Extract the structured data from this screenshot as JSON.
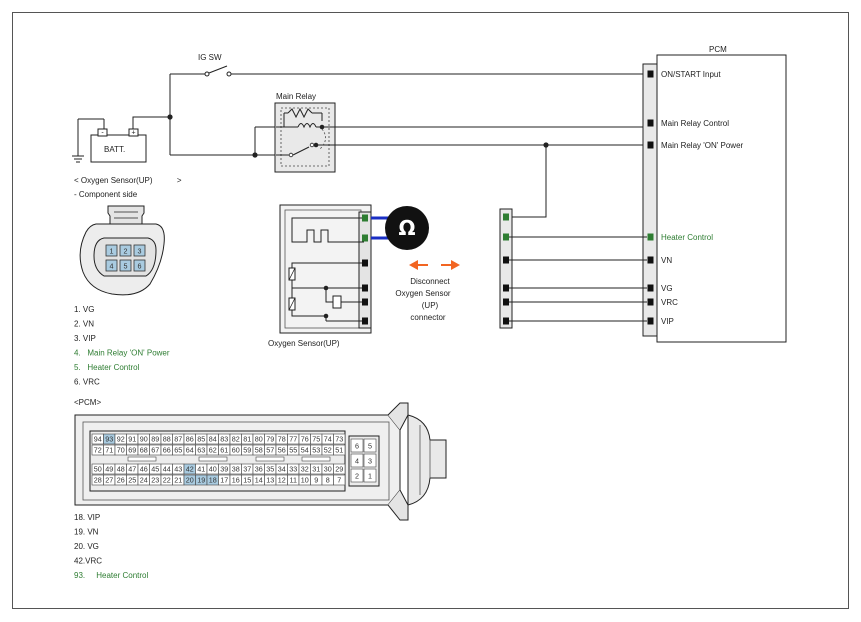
{
  "labels": {
    "ig_sw": "IG SW",
    "main_relay": "Main Relay",
    "batt": "BATT.",
    "pcm": "PCM",
    "oxygen_sensor_title": "< Oxygen Sensor(UP)           >",
    "component_side": "- Component side",
    "oxygen_sensor_label": "Oxygen Sensor(UP)",
    "disconnect": [
      "Disconnect",
      "Oxygen Sensor",
      "(UP)",
      "connector"
    ],
    "pcm_connector": "<PCM>",
    "ohm_symbol": "Ω"
  },
  "pcm_pins": [
    {
      "text": "ON/START Input",
      "color": "#222222"
    },
    {
      "text": "Main Relay Control",
      "color": "#222222"
    },
    {
      "text": "Main Relay 'ON' Power",
      "color": "#222222"
    },
    {
      "text": "Heater Control",
      "color": "#2e7d32"
    },
    {
      "text": "VN",
      "color": "#222222"
    },
    {
      "text": "VG",
      "color": "#222222"
    },
    {
      "text": "VRC",
      "color": "#222222"
    },
    {
      "text": "VIP",
      "color": "#222222"
    }
  ],
  "sensor_pin_legend": [
    {
      "text": "1. VG",
      "color": "#222222"
    },
    {
      "text": "2. VN",
      "color": "#222222"
    },
    {
      "text": "3. VIP",
      "color": "#222222"
    },
    {
      "text": "4.   Main Relay 'ON' Power",
      "color": "#2e7d32"
    },
    {
      "text": "5.   Heater Control",
      "color": "#2e7d32"
    },
    {
      "text": "6. VRC",
      "color": "#222222"
    }
  ],
  "pcm_pin_legend": [
    {
      "text": "18. VIP",
      "color": "#222222"
    },
    {
      "text": "19. VN",
      "color": "#222222"
    },
    {
      "text": "20. VG",
      "color": "#222222"
    },
    {
      "text": "42.VRC",
      "color": "#222222"
    },
    {
      "text": "93.     Heater Control",
      "color": "#2e7d32"
    }
  ],
  "sensor_connector_pins": [
    [
      "1",
      "2",
      "3"
    ],
    [
      "4",
      "5",
      "6"
    ]
  ],
  "pcm_connector_rows": [
    [
      "94",
      "93",
      "92",
      "91",
      "90",
      "89",
      "88",
      "87",
      "86",
      "85",
      "84",
      "83",
      "82",
      "81",
      "80",
      "79",
      "78",
      "77",
      "76",
      "75",
      "74",
      "73"
    ],
    [
      "72",
      "71",
      "70",
      "69",
      "68",
      "67",
      "66",
      "65",
      "64",
      "63",
      "62",
      "61",
      "60",
      "59",
      "58",
      "57",
      "56",
      "55",
      "54",
      "53",
      "52",
      "51"
    ],
    [
      "50",
      "49",
      "48",
      "47",
      "46",
      "45",
      "44",
      "43",
      "42",
      "41",
      "40",
      "39",
      "38",
      "37",
      "36",
      "35",
      "34",
      "33",
      "32",
      "31",
      "30",
      "29"
    ],
    [
      "28",
      "27",
      "26",
      "25",
      "24",
      "23",
      "22",
      "21",
      "20",
      "19",
      "18",
      "17",
      "16",
      "15",
      "14",
      "13",
      "12",
      "11",
      "10",
      "9",
      "8",
      "7"
    ]
  ],
  "pcm_connector_small": [
    [
      "6",
      "5"
    ],
    [
      "4",
      "3"
    ],
    [
      "2",
      "1"
    ]
  ],
  "highlighted_pins": [
    "93",
    "42",
    "20",
    "19",
    "18"
  ],
  "colors": {
    "green_wire": "#2e7d32",
    "blue_wire": "#1a2fc4",
    "arrow": "#f26522",
    "highlight": "#a9cbe0",
    "connector_fill": "#ebebeb"
  }
}
